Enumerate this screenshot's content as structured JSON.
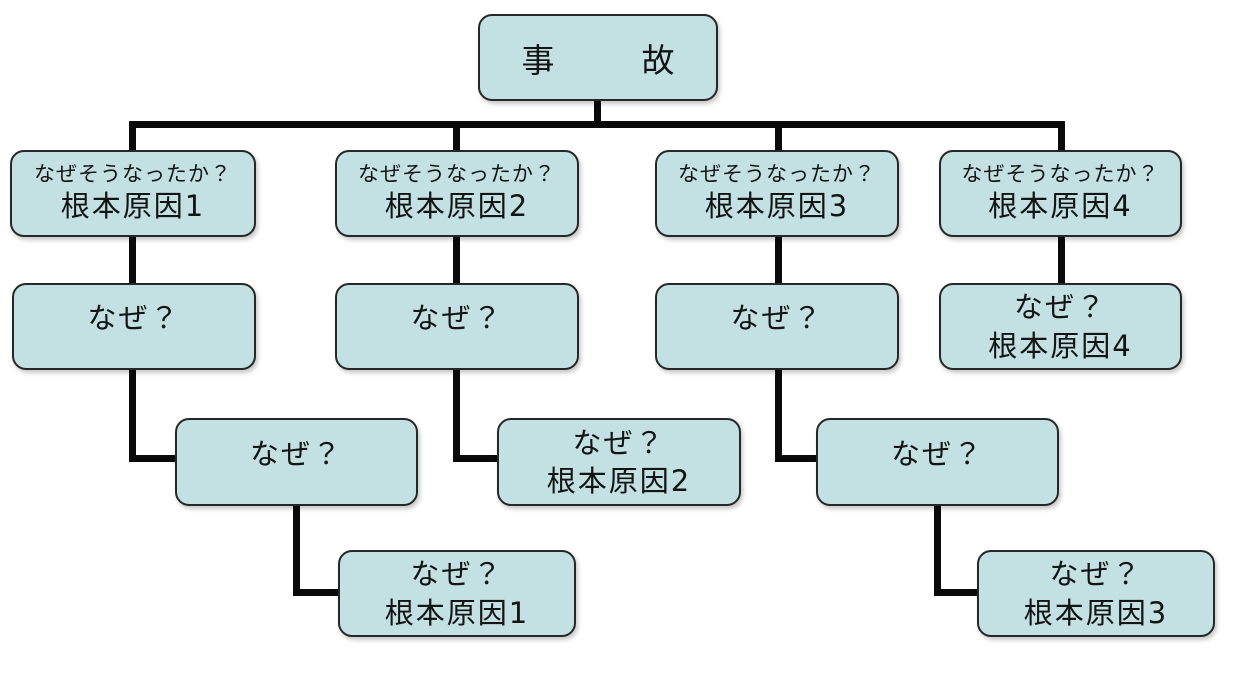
{
  "diagram_type": "why-why-analysis-tree",
  "colors": {
    "background": "#ffffff",
    "box_fill": "#c3e0e3",
    "box_border": "#272727",
    "connector": "#0a0a0a",
    "text": "#141414"
  },
  "nodes": {
    "root": {
      "line1": "事　故"
    },
    "r1c1": {
      "line1": "なぜそうなったか？",
      "line2": "根本原因1"
    },
    "r1c2": {
      "line1": "なぜそうなったか？",
      "line2": "根本原因2"
    },
    "r1c3": {
      "line1": "なぜそうなったか？",
      "line2": "根本原因3"
    },
    "r1c4": {
      "line1": "なぜそうなったか？",
      "line2": "根本原因4"
    },
    "r2c1": {
      "line1": "なぜ？"
    },
    "r2c2": {
      "line1": "なぜ？"
    },
    "r2c3": {
      "line1": "なぜ？"
    },
    "r2c4": {
      "line1": "なぜ？",
      "line2": "根本原因4"
    },
    "r3c1": {
      "line1": "なぜ？"
    },
    "r3c2": {
      "line1": "なぜ？",
      "line2": "根本原因2"
    },
    "r3c3": {
      "line1": "なぜ？"
    },
    "r4c1": {
      "line1": "なぜ？",
      "line2": "根本原因1"
    },
    "r4c3": {
      "line1": "なぜ？",
      "line2": "根本原因3"
    }
  },
  "edges": [
    [
      "root",
      "r1c1"
    ],
    [
      "root",
      "r1c2"
    ],
    [
      "root",
      "r1c3"
    ],
    [
      "root",
      "r1c4"
    ],
    [
      "r1c1",
      "r2c1"
    ],
    [
      "r2c1",
      "r3c1"
    ],
    [
      "r3c1",
      "r4c1"
    ],
    [
      "r1c2",
      "r2c2"
    ],
    [
      "r2c2",
      "r3c2"
    ],
    [
      "r1c3",
      "r2c3"
    ],
    [
      "r2c3",
      "r3c3"
    ],
    [
      "r3c3",
      "r4c3"
    ],
    [
      "r1c4",
      "r2c4"
    ]
  ]
}
